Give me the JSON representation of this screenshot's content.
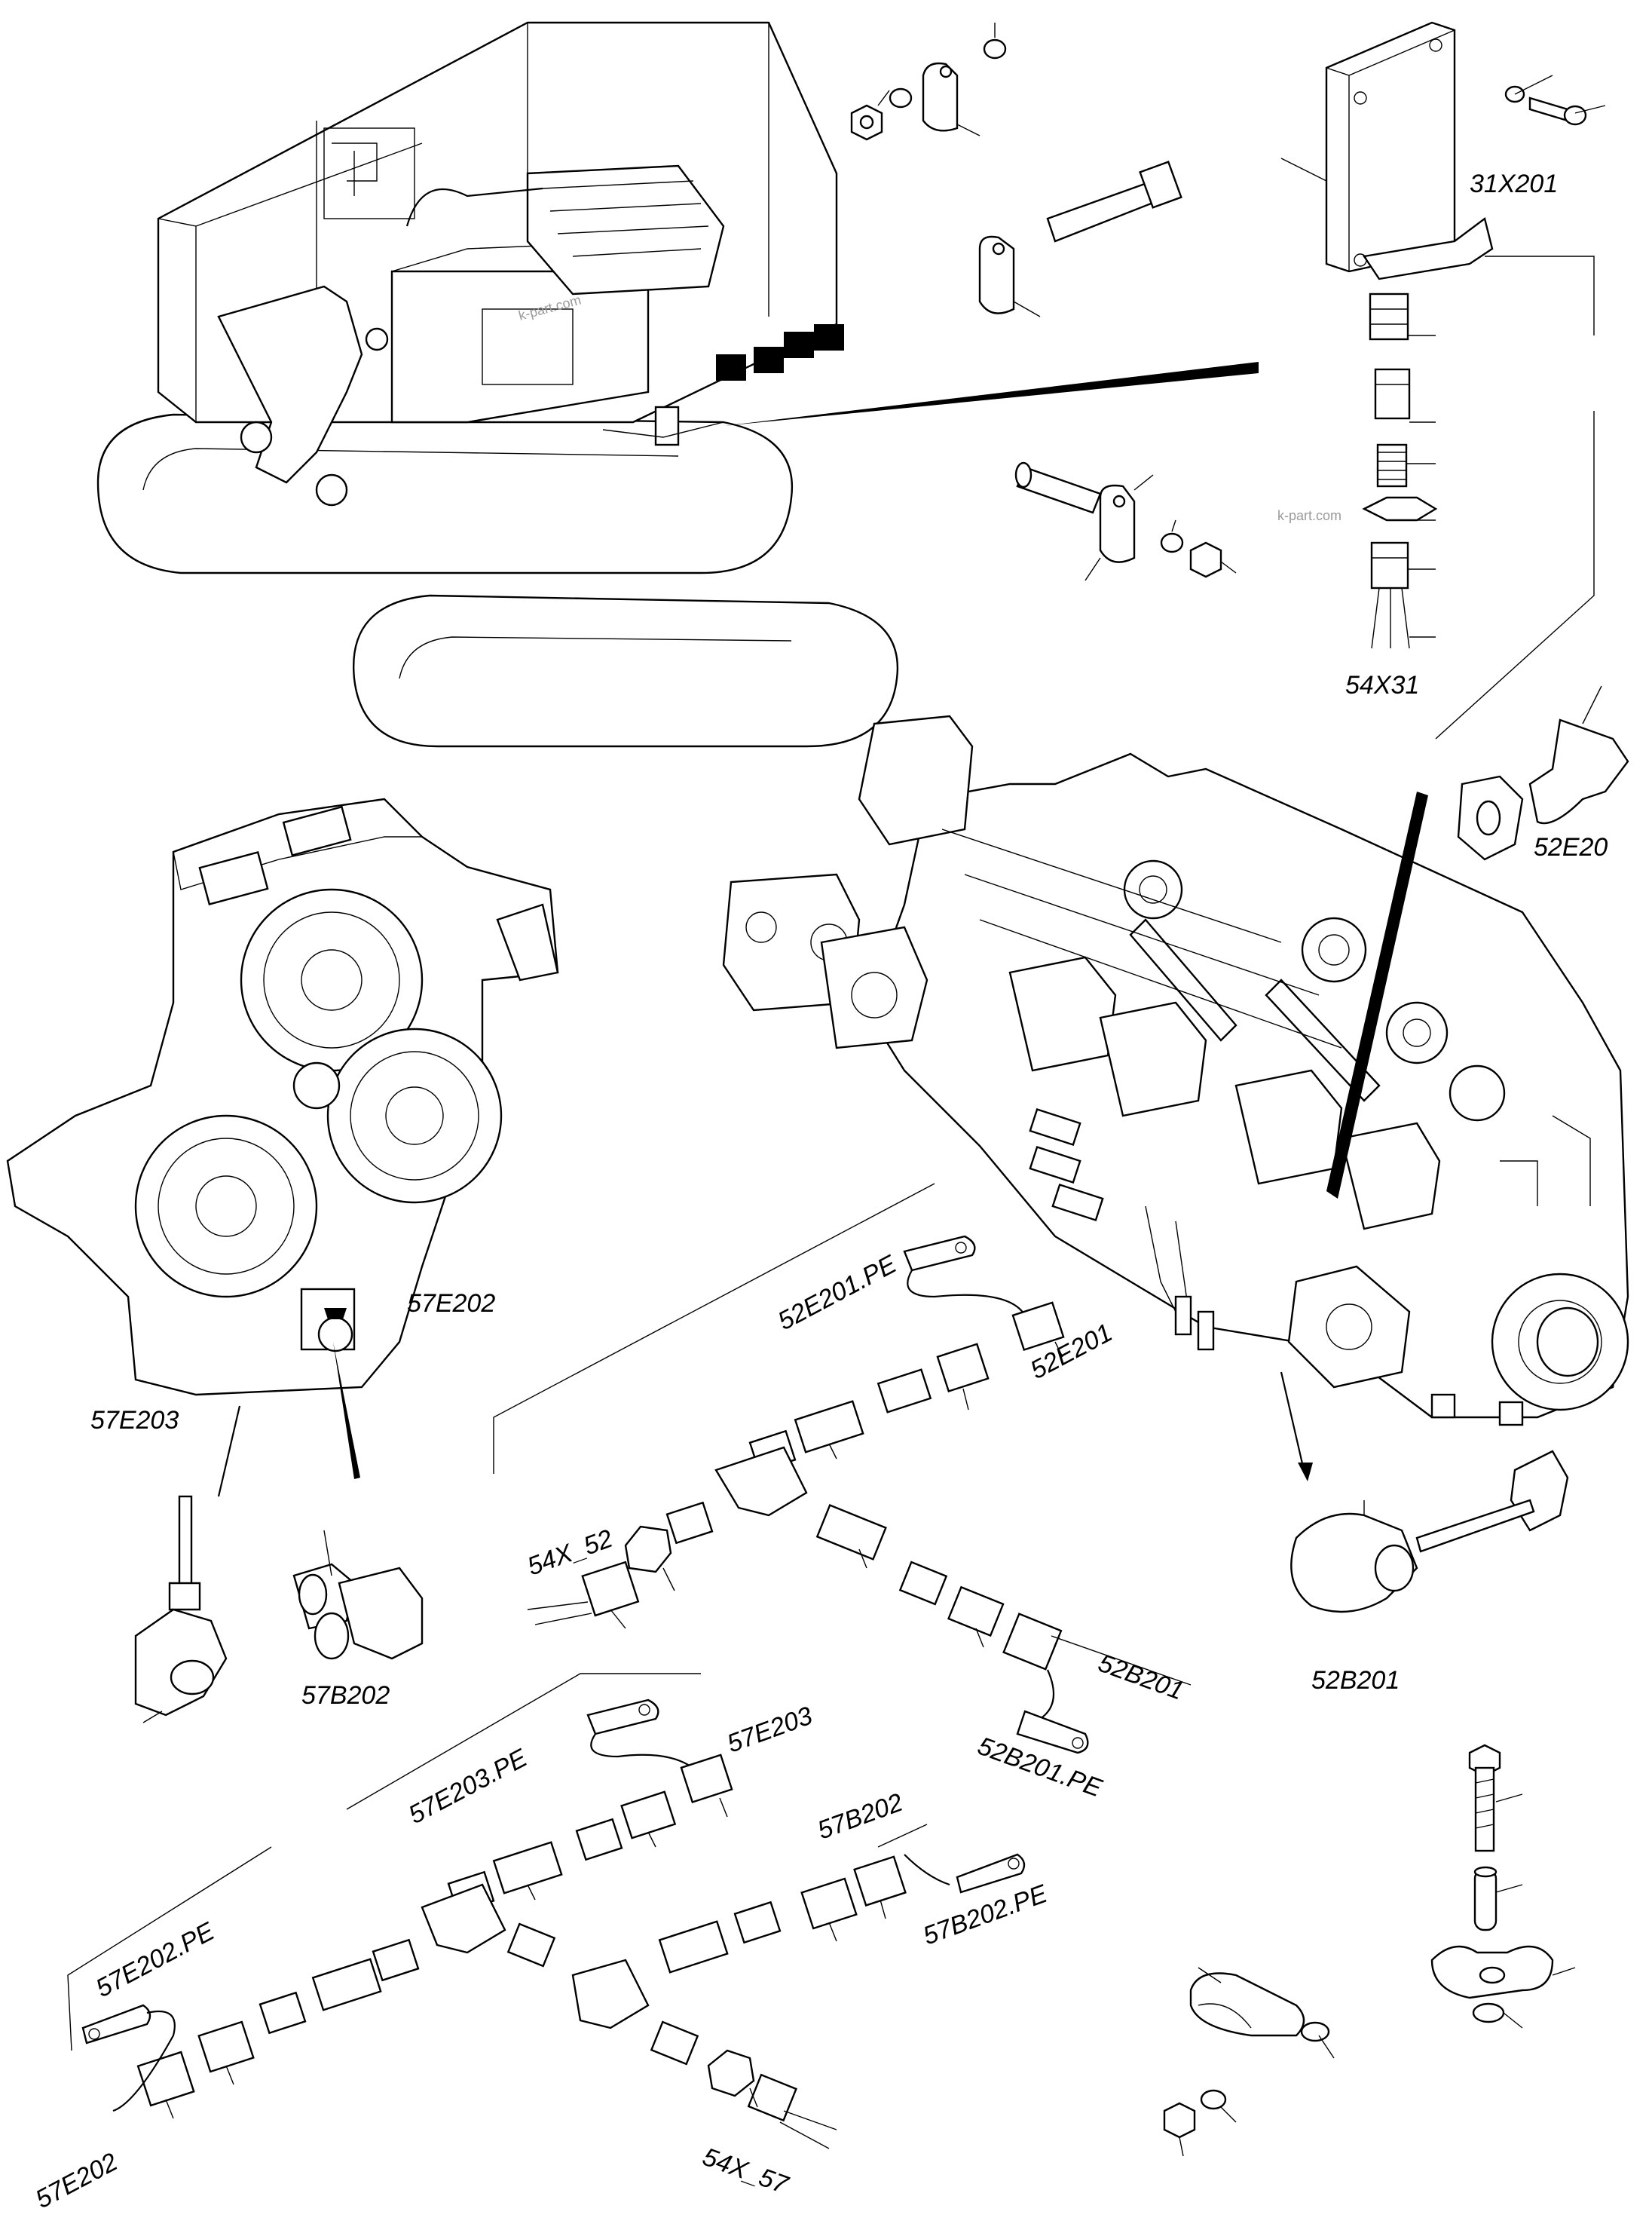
{
  "labels": {
    "l_31x201": "31X201",
    "l_54x31": "54X31",
    "l_52e20": "52E20",
    "l_57e202": "57E202",
    "l_57e203": "57E203",
    "l_57b202": "57B202",
    "l_52e201_pe": "52E201.PE",
    "l_52e201": "52E201",
    "l_54x_52": "54X_52",
    "l_52b201": "52B201",
    "l_52b201_pe": "52B201.PE",
    "l_52b201_sensor": "52B201",
    "l_57e203_pe": "57E203.PE",
    "l_57e203_cable": "57E203",
    "l_57b202_cable": "57B202",
    "l_57b202_pe": "57B202.PE",
    "l_57e202_pe": "57E202.PE",
    "l_57e202_cable": "57E202",
    "l_54x_57": "54X_57"
  },
  "watermarks": {
    "wm1": "k-part.com",
    "wm2": "k-part.com"
  },
  "colors": {
    "line": "#000000",
    "background": "#ffffff",
    "watermark": "#9a9a9a"
  }
}
